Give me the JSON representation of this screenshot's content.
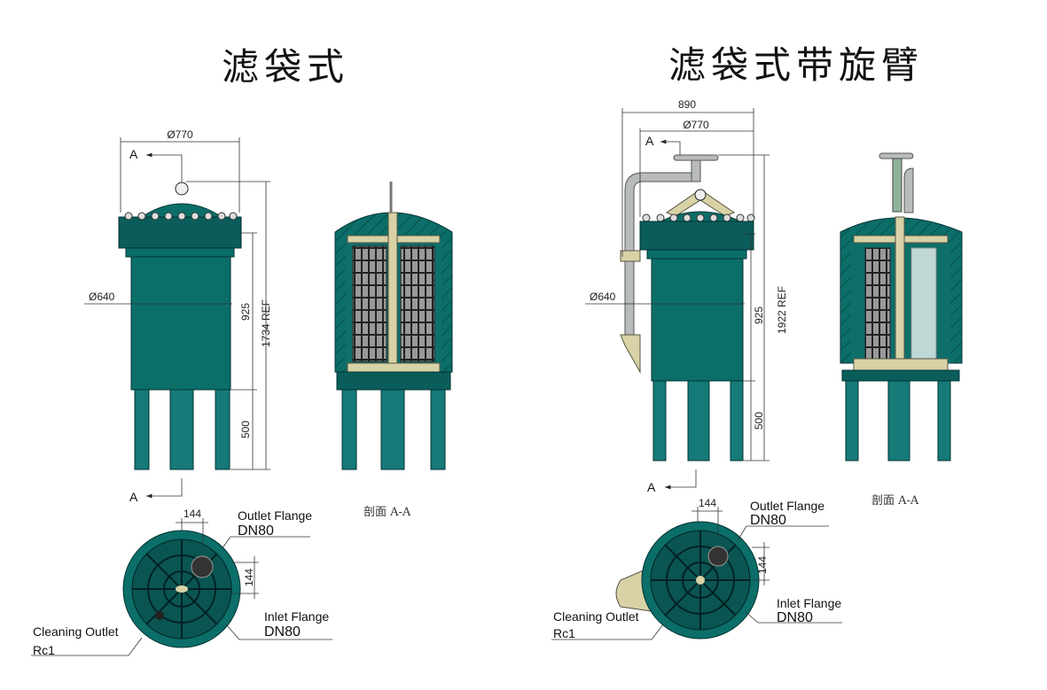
{
  "left": {
    "title": "滤袋式",
    "dims": {
      "top_dia": "Ø770",
      "body_dia": "Ø640",
      "body_h": "925",
      "total_h": "1734 REF",
      "leg_h": "500",
      "plan_x": "144",
      "plan_y": "144"
    },
    "section_arrow": "A",
    "section_label": "剖面 A-A",
    "outlet": {
      "name": "Outlet Flange",
      "size": "DN80"
    },
    "inlet": {
      "name": "Inlet Flange",
      "size": "DN80"
    },
    "cleaning": {
      "name": "Cleaning Outlet",
      "size": "Rc1"
    }
  },
  "right": {
    "title": "滤袋式带旋臂",
    "dims": {
      "overall_w": "890",
      "top_dia": "Ø770",
      "body_dia": "Ø640",
      "body_h": "925",
      "total_h": "1922 REF",
      "leg_h": "500",
      "plan_x": "144",
      "plan_y": "144"
    },
    "section_arrow": "A",
    "section_label": "剖面 A-A",
    "outlet": {
      "name": "Outlet Flange",
      "size": "DN80"
    },
    "inlet": {
      "name": "Inlet Flange",
      "size": "DN80"
    },
    "cleaning": {
      "name": "Cleaning Outlet",
      "size": "Rc1"
    }
  },
  "colors": {
    "vessel": "#0b6e69",
    "internals": "#d8d2a6",
    "pipe": "#b9bcbc"
  }
}
